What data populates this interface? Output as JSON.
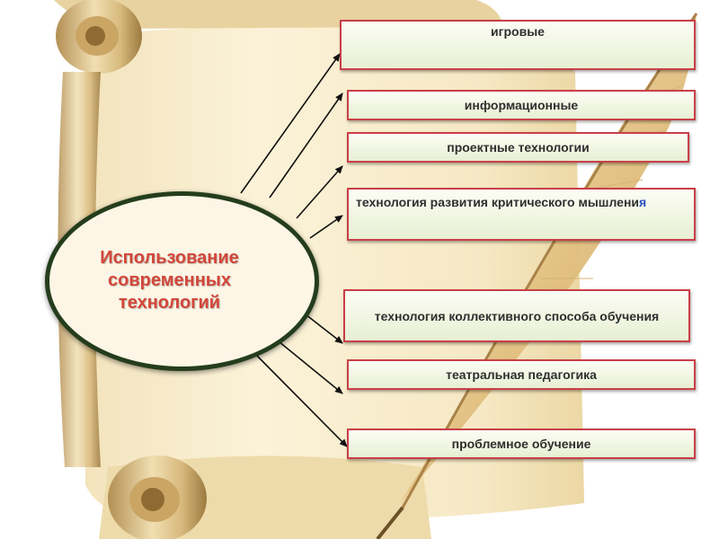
{
  "diagram": {
    "center_label": "Использование\nсовременных\nтехнологий",
    "branches": [
      {
        "label": "игровые"
      },
      {
        "label": "информационные"
      },
      {
        "label": "проектные технологии"
      },
      {
        "label_main": "технология развития критического мышлени",
        "label_tail": "я"
      },
      {
        "label": "технология коллективного способа обучения"
      },
      {
        "label": "театральная педагогика"
      },
      {
        "label": "проблемное обучение"
      }
    ]
  },
  "colors": {
    "center_text": "#d2463a",
    "oval_border": "#243d1c",
    "box_border": "#c84048",
    "arrow": "#111111",
    "highlight_letter": "#2a4fc4"
  }
}
